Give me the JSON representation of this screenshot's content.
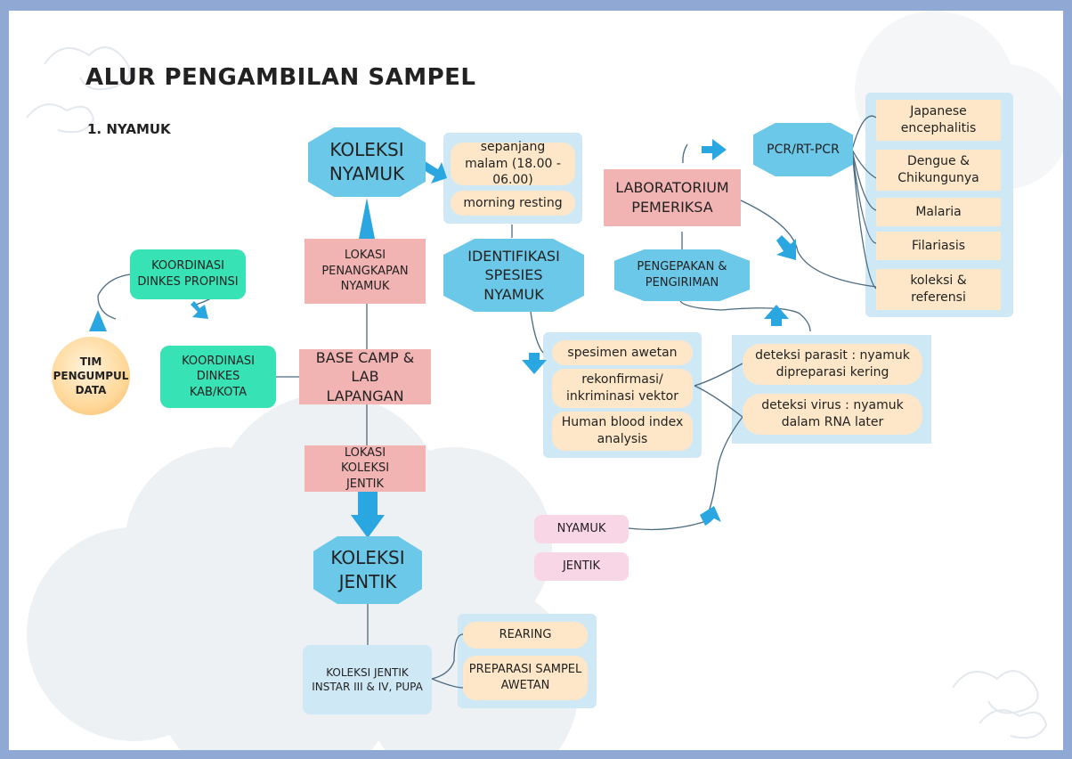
{
  "title": "ALUR PENGAMBILAN SAMPEL",
  "subtitle": "1. NYAMUK",
  "nodes": {
    "koleksi_nyamuk": "KOLEKSI NYAMUK",
    "sepanjang_malam": "sepanjang malam (18.00 - 06.00)",
    "morning_resting": "morning resting",
    "lokasi_penangkapan": "LOKASI PENANGKAPAN NYAMUK",
    "identifikasi": "IDENTIFIKASI SPESIES NYAMUK",
    "laboratorium": "LABORATORIUM PEMERIKSA",
    "pcr": "PCR/RT-PCR",
    "japanese": "Japanese encephalitis",
    "dengue": "Dengue & Chikungunya",
    "malaria": "Malaria",
    "filariasis": "Filariasis",
    "koleksi_referensi": "koleksi & referensi",
    "pengepakan": "PENGEPAKAN & PENGIRIMAN",
    "koordinasi_propinsi": "KOORDINASI DINKES PROPINSI",
    "tim": "TIM PENGUMPUL DATA",
    "koordinasi_kab": "KOORDINASI DINKES KAB/KOTA",
    "base_camp": "BASE CAMP & LAB LAPANGAN",
    "spesimen": "spesimen awetan",
    "rekonfirmasi": "rekonfirmasi/ inkriminasi vektor",
    "human_blood": "Human blood index analysis",
    "deteksi_parasit": "deteksi parasit : nyamuk dipreparasi kering",
    "deteksi_virus": "deteksi virus : nyamuk dalam RNA later",
    "lokasi_koleksi_jentik": "LOKASI KOLEKSI JENTIK",
    "koleksi_jentik": "KOLEKSI JENTIK",
    "nyamuk": "NYAMUK",
    "jentik": "JENTIK",
    "rearing": "REARING",
    "preparasi": "PREPARASI SAMPEL AWETAN",
    "koleksi_jentik_instar": "KOLEKSI JENTIK INSTAR III & IV, PUPA"
  },
  "colors": {
    "hexagon": "#6cc8e8",
    "rect": "#f2b3b3",
    "pill": "#fde7c8",
    "panel": "#cfe8f5",
    "green": "#37e3b4",
    "arrow": "#2aa6e0"
  }
}
